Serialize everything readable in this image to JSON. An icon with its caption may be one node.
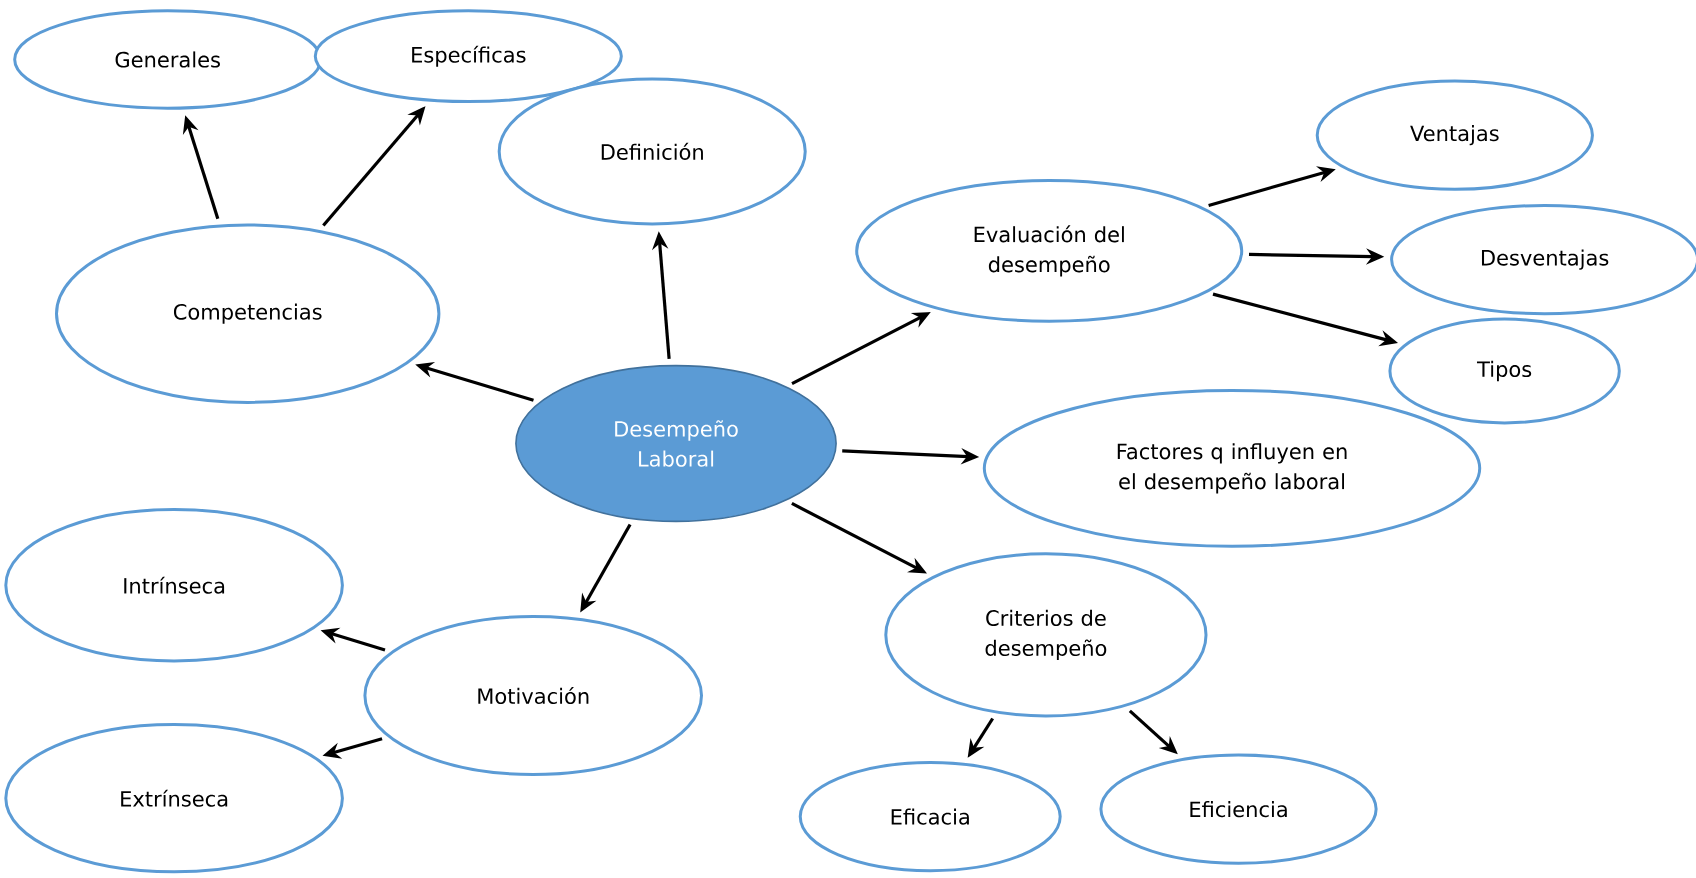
{
  "diagram": {
    "nodes": [
      {
        "text": [
          "Desempeño Laboral"
        ]
      },
      {
        "text": [
          "Competencias"
        ]
      },
      {
        "text": [
          "Generales"
        ]
      },
      {
        "text": [
          "Específicas"
        ]
      },
      {
        "text": [
          "Definición"
        ]
      },
      {
        "text": [
          "Evaluación del desempeño"
        ]
      },
      {
        "text": [
          "Ventajas"
        ]
      },
      {
        "text": [
          "Desventajas"
        ]
      },
      {
        "text": [
          "Tipos"
        ]
      },
      {
        "text": [
          "Factores q influyen en el desempeño laboral"
        ]
      },
      {
        "text": [
          "Criterios de desempeño"
        ]
      },
      {
        "text": [
          "Eficacia"
        ]
      },
      {
        "text": [
          "Eficiencia"
        ]
      },
      {
        "text": [
          "Motivación"
        ]
      },
      {
        "text": [
          "Intrínseca"
        ]
      },
      {
        "text": [
          "Extrínseca"
        ]
      }
    ],
    "edges": [
      {
        "from": 0,
        "to": 1,
        "arrow": "to"
      },
      {
        "from": 1,
        "to": 2,
        "arrow": "to"
      },
      {
        "from": 1,
        "to": 3,
        "arrow": "to"
      },
      {
        "from": 0,
        "to": 4,
        "arrow": "to"
      },
      {
        "from": 0,
        "to": 5,
        "arrow": "to"
      },
      {
        "from": 5,
        "to": 6,
        "arrow": "to"
      },
      {
        "from": 5,
        "to": 7,
        "arrow": "to"
      },
      {
        "from": 5,
        "to": 8,
        "arrow": "to"
      },
      {
        "from": 0,
        "to": 9,
        "arrow": "to"
      },
      {
        "from": 0,
        "to": 10,
        "arrow": "to"
      },
      {
        "from": 10,
        "to": 11,
        "arrow": "to"
      },
      {
        "from": 10,
        "to": 12,
        "arrow": "to"
      },
      {
        "from": 0,
        "to": 13,
        "arrow": "to"
      },
      {
        "from": 13,
        "to": 14,
        "arrow": "to"
      },
      {
        "from": 13,
        "to": 15,
        "arrow": "to"
      }
    ]
  }
}
